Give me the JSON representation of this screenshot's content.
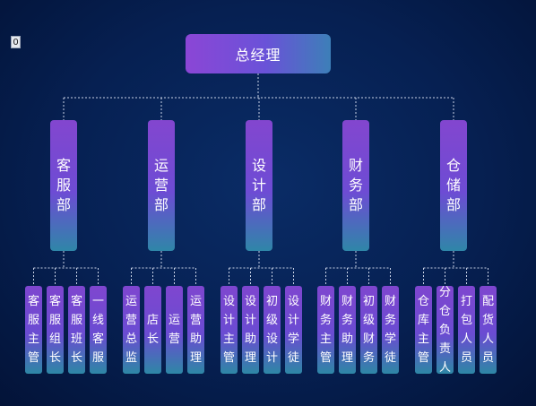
{
  "badge": "0",
  "root": "总经理",
  "departments": [
    {
      "name": "客服部",
      "roles": [
        "客服主管",
        "客服组长",
        "客服班长",
        "一线客服"
      ]
    },
    {
      "name": "运营部",
      "roles": [
        "运营总监",
        "店长",
        "运营",
        "运营助理"
      ]
    },
    {
      "name": "设计部",
      "roles": [
        "设计主管",
        "设计助理",
        "初级设计",
        "设计学徒"
      ]
    },
    {
      "name": "财务部",
      "roles": [
        "财务主管",
        "财务助理",
        "初级财务",
        "财务学徒"
      ]
    },
    {
      "name": "仓储部",
      "roles": [
        "仓库主管",
        "分仓负责人",
        "打包人员",
        "配货人员"
      ]
    }
  ],
  "colors": {
    "background": "#062052",
    "node_top": "#8346cf",
    "node_bottom": "#2f86a8",
    "connector": "#c9d2e6"
  }
}
